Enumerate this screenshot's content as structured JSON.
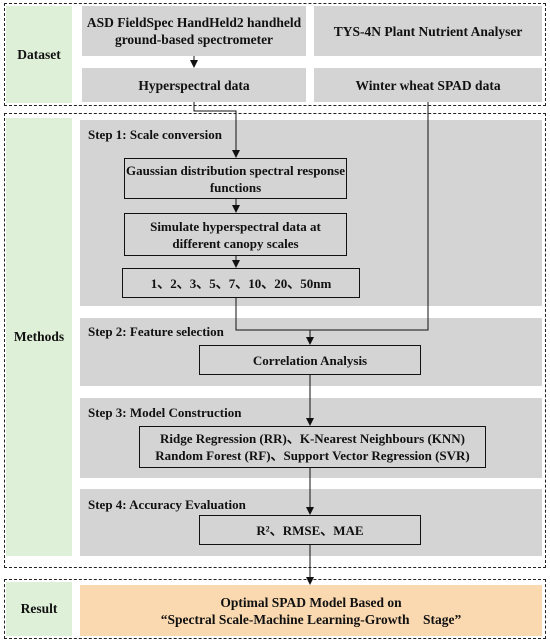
{
  "dataset": {
    "label": "Dataset",
    "left_title": "ASD FieldSpec HandHeld2 handheld ground-based spectrometer",
    "right_title": "TYS-4N Plant Nutrient Analyser",
    "left_output": "Hyperspectral data",
    "right_output": "Winter wheat SPAD data"
  },
  "methods": {
    "label": "Methods",
    "step1": {
      "title": "Step 1: Scale conversion",
      "node1": "Gaussian distribution spectral response functions",
      "node2": "Simulate hyperspectral data at different canopy scales",
      "node3": "1、2、3、5、7、10、20、50nm"
    },
    "step2": {
      "title": "Step 2: Feature selection",
      "node1": "Correlation Analysis"
    },
    "step3": {
      "title": "Step 3: Model Construction",
      "line1": "Ridge Regression (RR)、K-Nearest Neighbours (KNN)",
      "line2": "Random Forest (RF)、Support Vector Regression (SVR)"
    },
    "step4": {
      "title": "Step 4: Accuracy Evaluation",
      "node1": "R²、RMSE、MAE"
    }
  },
  "result": {
    "label": "Result",
    "line1": "Optimal SPAD Model Based on",
    "line2": "“Spectral Scale-Machine Learning-Growth    Stage”"
  },
  "colors": {
    "label_green": "#dff0d8",
    "panel_gray": "#d4d4d4",
    "result_orange": "#fbd9b0"
  }
}
